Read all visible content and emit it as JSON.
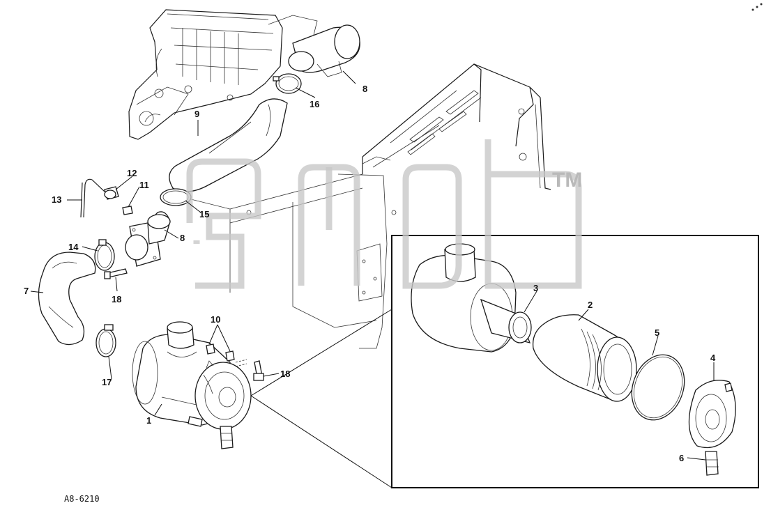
{
  "callouts": {
    "c1": "1",
    "c2": "2",
    "c3": "3",
    "c4": "4",
    "c5": "5",
    "c6": "6",
    "c7": "7",
    "c8_top": "8",
    "c8_mid": "8",
    "c9": "9",
    "c10": "10",
    "c11": "11",
    "c12": "12",
    "c13": "13",
    "c14": "14",
    "c15": "15",
    "c16": "16",
    "c17": "17",
    "c18_left": "18",
    "c18_right": "18"
  },
  "drawing_code": "A8-6210",
  "watermark": {
    "trademark": "TM"
  },
  "colors": {
    "line": "#1a1a1a",
    "background": "#ffffff",
    "watermark": "#c8c8c8"
  }
}
